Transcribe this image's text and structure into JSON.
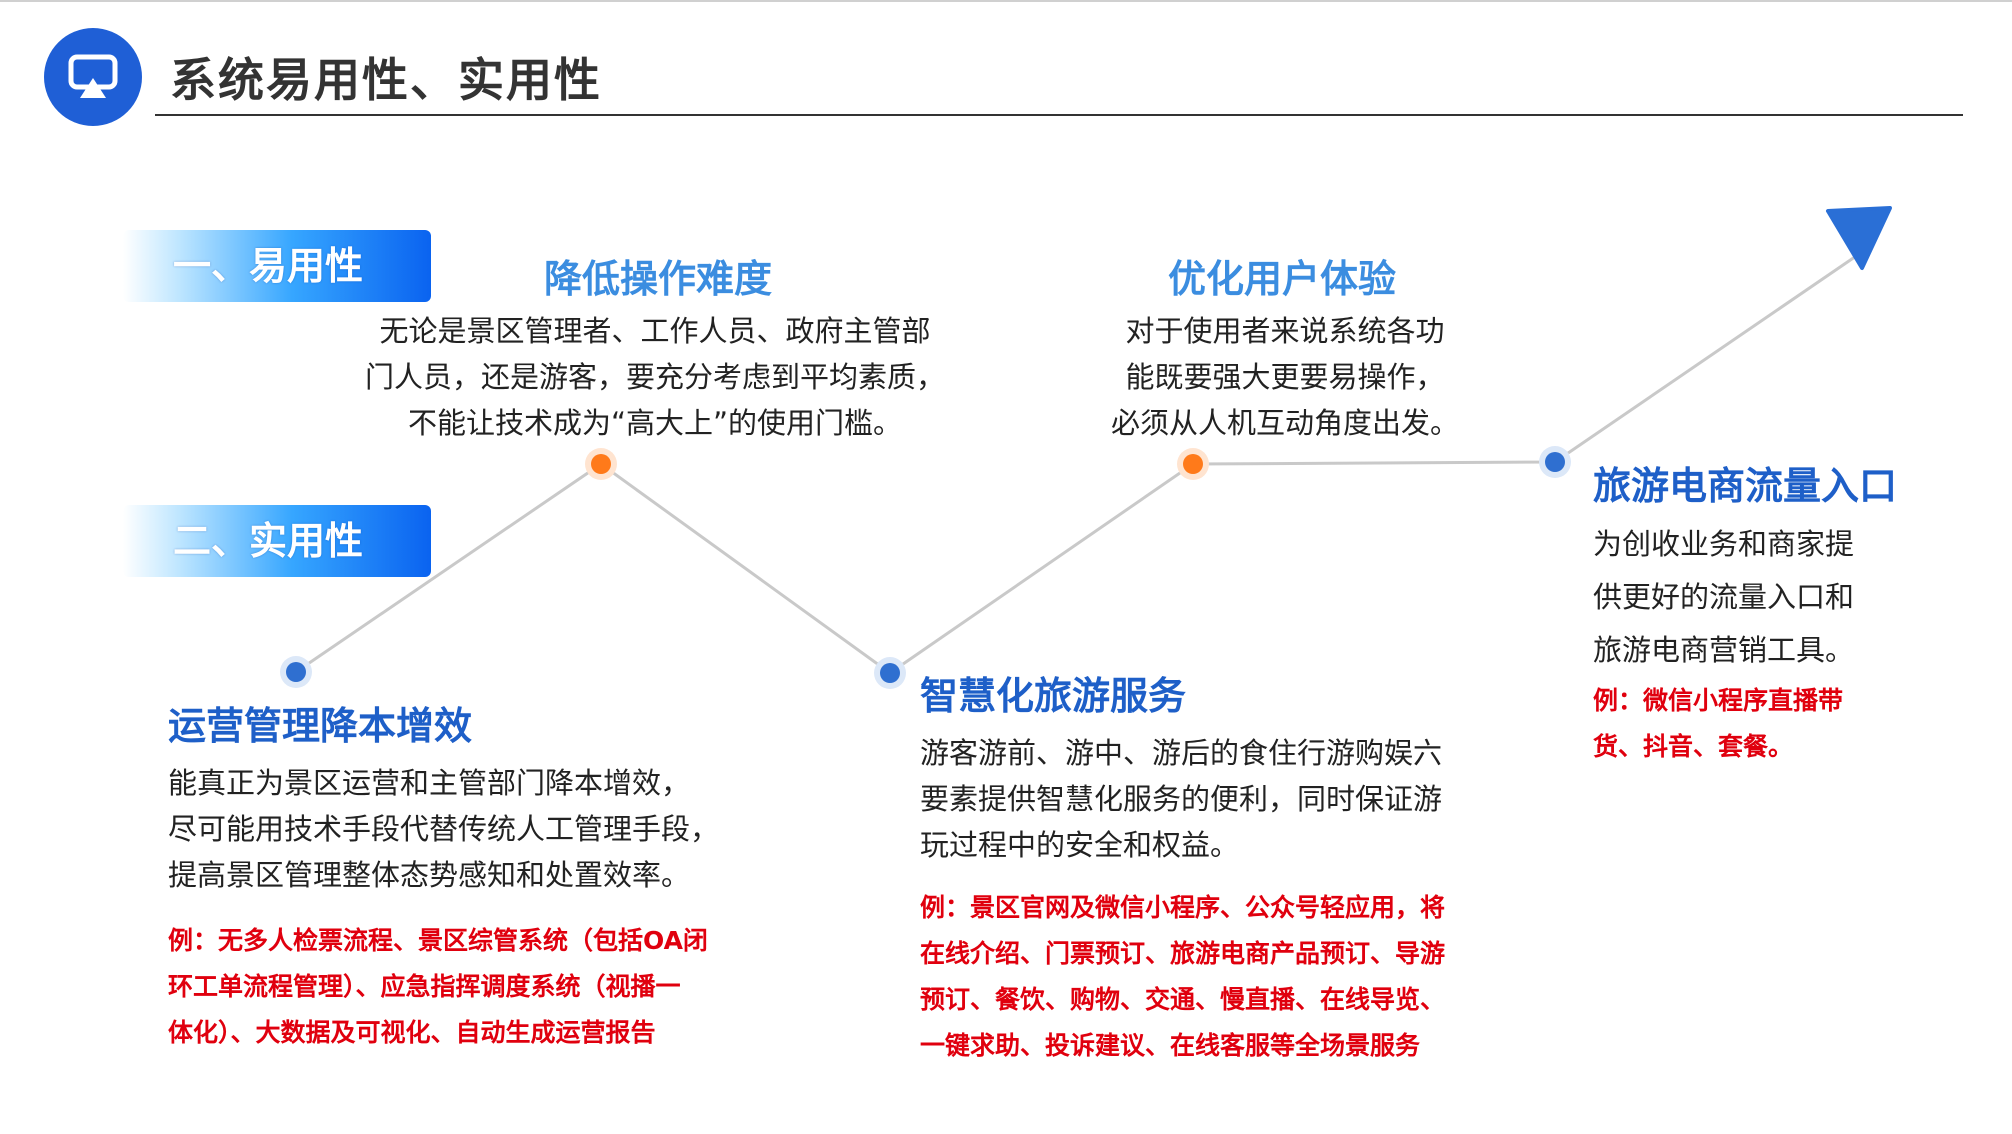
{
  "header": {
    "title": "系统易用性、实用性",
    "icon": "screen-cast-icon",
    "accent_color": "#1f5fd6"
  },
  "tags": {
    "usability": "一、易用性",
    "practicality": "二、实用性"
  },
  "top_points": [
    {
      "title": "降低操作难度",
      "lines": [
        "无论是景区管理者、工作人员、政府主管部",
        "门人员，还是游客，要充分考虑到平均素质，",
        "不能让技术成为“高大上”的使用门槛。"
      ]
    },
    {
      "title": "优化用户体验",
      "lines": [
        "对于使用者来说系统各功",
        "能既要强大更要易操作，",
        "必须从人机互动角度出发。"
      ]
    }
  ],
  "bottom_points": [
    {
      "title": "运营管理降本增效",
      "lines": [
        "能真正为景区运营和主管部门降本增效，",
        "尽可能用技术手段代替传统人工管理手段，",
        "提高景区管理整体态势感知和处置效率。"
      ],
      "example": [
        "例：无多人检票流程、景区综管系统（包括OA闭",
        "环工单流程管理）、应急指挥调度系统（视播一",
        "体化）、大数据及可视化、自动生成运营报告"
      ]
    },
    {
      "title": "智慧化旅游服务",
      "lines": [
        "游客游前、游中、游后的食住行游购娱六",
        "要素提供智慧化服务的便利，同时保证游",
        "玩过程中的安全和权益。"
      ],
      "example": [
        "例：景区官网及微信小程序、公众号轻应用，将",
        "在线介绍、门票预订、旅游电商产品预订、导游",
        "预订、餐饮、购物、交通、慢直播、在线导览、",
        "一键求助、投诉建议、在线客服等全场景服务"
      ]
    },
    {
      "title": "旅游电商流量入口",
      "lines": [
        "为创收业务和商家提",
        "供更好的流量入口和",
        "旅游电商营销工具。"
      ],
      "example": [
        "例：微信小程序直播带",
        "货、抖音、套餐。"
      ]
    }
  ],
  "colors": {
    "blue_dot": "#2f6fd0",
    "orange_dot": "#ff7a1a",
    "line": "#c9c9c9",
    "example_red": "#e0000e",
    "arrow": "#2a6fd6"
  }
}
